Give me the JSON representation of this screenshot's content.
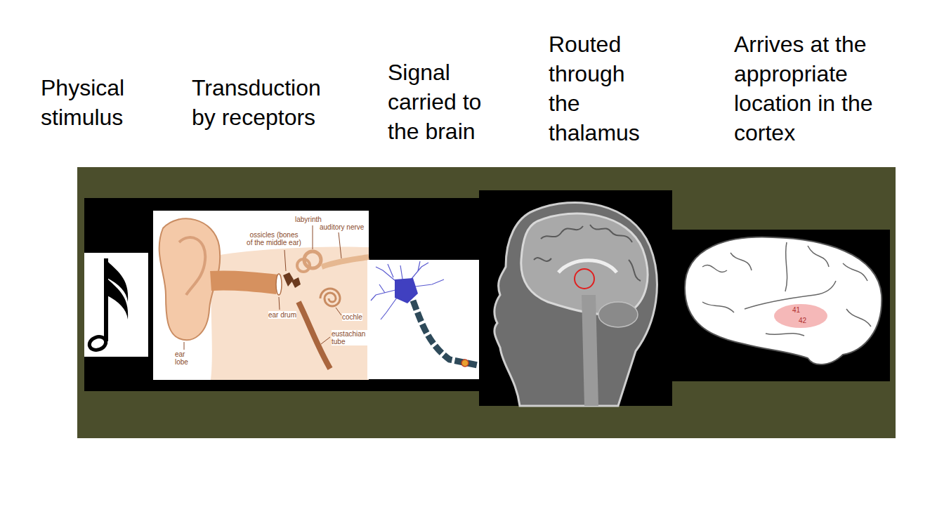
{
  "diagram": {
    "labels": [
      "Physical stimulus",
      "Transduction by receptors",
      "Signal carried to the brain",
      "Routed through the thalamus",
      "Arrives at the appropriate location in the cortex",
      "labyrinth",
      "ossicles (bones of the middle ear)",
      "auditory nerve",
      "cochle",
      "ear drum",
      "eustachian tube",
      "ear lobe",
      "41",
      "42"
    ]
  }
}
